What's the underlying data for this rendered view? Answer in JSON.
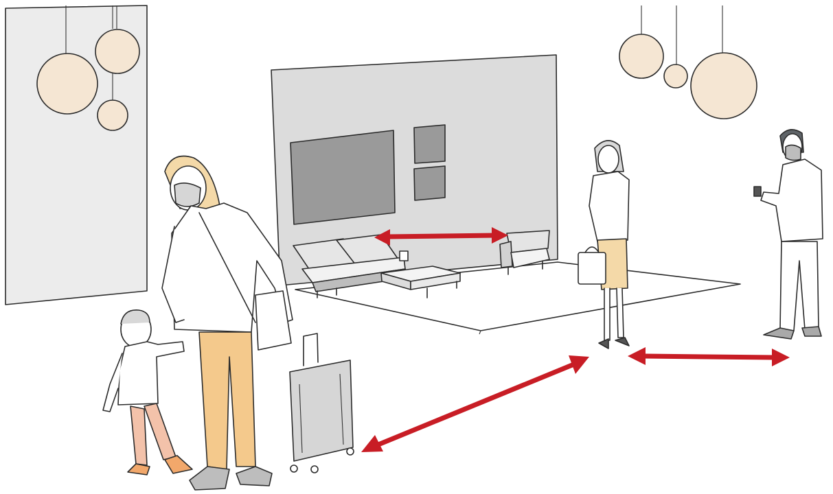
{
  "scene": {
    "palette": {
      "background": "#ffffff",
      "wall_panel": "#dcdcdc",
      "side_wall": "#ececec",
      "frame": "#9a9a9a",
      "lamp": "#f5e6d3",
      "arrow": "#c81d25",
      "skin": "#ffffff",
      "pants_adult": "#f4c98c",
      "pants_child": "#f3c2aa",
      "shoes_child": "#f2a86b",
      "luggage": "#d6d6d6"
    },
    "elements": [
      "pendant-lamps-left",
      "pendant-lamps-right",
      "display-wall",
      "lounge-furniture",
      "area-rug",
      "woman-with-child",
      "suitcase",
      "businesswoman",
      "man-with-phone",
      "distance-arrows"
    ]
  }
}
